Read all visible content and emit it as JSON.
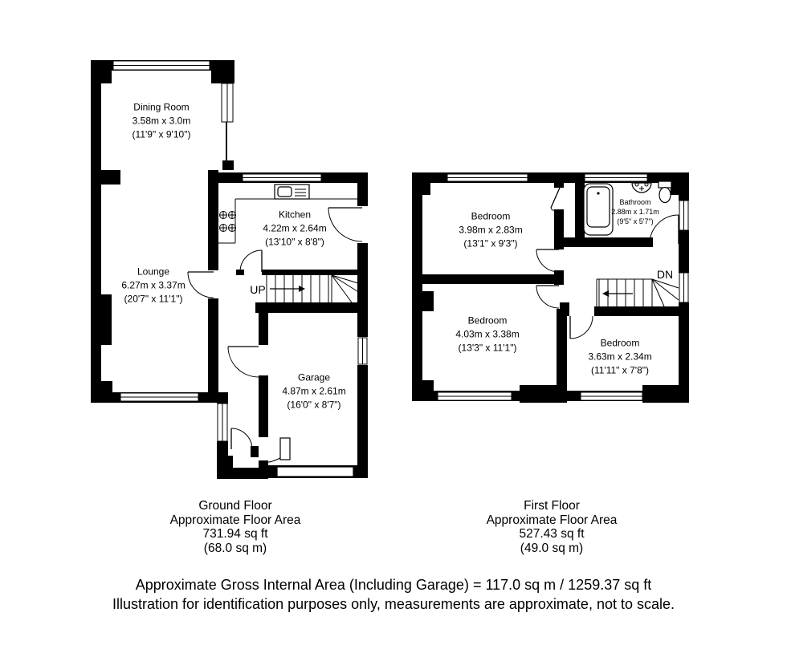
{
  "ground": {
    "rooms": {
      "dining": {
        "name": "Dining Room",
        "metric": "3.58m x 3.0m",
        "imperial": "(11'9\" x 9'10\")"
      },
      "lounge": {
        "name": "Lounge",
        "metric": "6.27m x 3.37m",
        "imperial": "(20'7\" x 11'1\")"
      },
      "kitchen": {
        "name": "Kitchen",
        "metric": "4.22m x 2.64m",
        "imperial": "(13'10\" x 8'8\")"
      },
      "garage": {
        "name": "Garage",
        "metric": "4.87m x 2.61m",
        "imperial": "(16'0\" x 8'7\")"
      }
    },
    "stairs_label": "UP",
    "footer": {
      "floor_name": "Ground Floor",
      "area_label": "Approximate Floor Area",
      "area_sqft": "731.94 sq ft",
      "area_sqm": "(68.0 sq m)"
    }
  },
  "first": {
    "rooms": {
      "bedroom1": {
        "name": "Bedroom",
        "metric": "3.98m x 2.83m",
        "imperial": "(13'1\" x 9'3\")"
      },
      "bathroom": {
        "name": "Bathroom",
        "metric": "2.88m x 1.71m",
        "imperial": "(9'5\" x 5'7\")"
      },
      "bedroom2": {
        "name": "Bedroom",
        "metric": "4.03m x 3.38m",
        "imperial": "(13'3\" x 11'1\")"
      },
      "bedroom3": {
        "name": "Bedroom",
        "metric": "3.63m x 2.34m",
        "imperial": "(11'11\" x 7'8\")"
      }
    },
    "stairs_label": "DN",
    "footer": {
      "floor_name": "First Floor",
      "area_label": "Approximate Floor Area",
      "area_sqft": "527.43 sq ft",
      "area_sqm": "(49.0 sq m)"
    }
  },
  "notes": {
    "gross_area": "Approximate Gross Internal Area (Including Garage) = 117.0 sq m / 1259.37 sq ft",
    "disclaimer": "Illustration for identification purposes only, measurements are approximate, not to scale."
  },
  "colors": {
    "wall": "#000000",
    "background": "#ffffff"
  }
}
